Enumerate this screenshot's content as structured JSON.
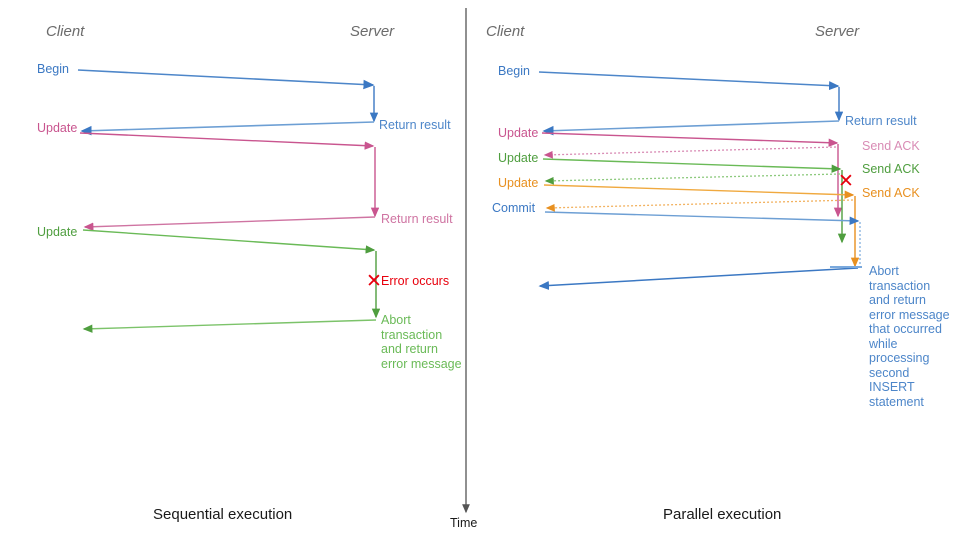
{
  "figure": {
    "title_left": "Sequential execution",
    "title_right": "Parallel execution",
    "time_axis_label": "Time"
  },
  "colors": {
    "blue": "#3b78c3",
    "blue_light": "#7aa9dd",
    "pink": "#c9558f",
    "pink_light": "#d98cb5",
    "green": "#4f9e3f",
    "green_light": "#8cc97c",
    "orange": "#e89020",
    "orange_light": "#f2b260",
    "red": "#e8000d",
    "gray": "#6b6b6b",
    "axis": "#555555"
  },
  "left_panel": {
    "name": "Sequential execution",
    "actors": {
      "client": "Client",
      "server": "Server"
    },
    "messages": [
      {
        "id": "l-begin",
        "label": "Begin",
        "color": "blue",
        "side": "client"
      },
      {
        "id": "l-return-1",
        "label": "Return result",
        "color": "blue",
        "side": "server"
      },
      {
        "id": "l-update-1",
        "label": "Update",
        "color": "pink",
        "side": "client"
      },
      {
        "id": "l-return-2",
        "label": "Return result",
        "color": "pink",
        "side": "server"
      },
      {
        "id": "l-update-2",
        "label": "Update",
        "color": "green",
        "side": "client"
      },
      {
        "id": "l-error",
        "label": "Error occurs",
        "color": "red",
        "side": "server"
      },
      {
        "id": "l-abort",
        "label": "Abort\ntransaction\nand return\nerror message",
        "color": "green",
        "side": "server"
      }
    ]
  },
  "right_panel": {
    "name": "Parallel execution",
    "actors": {
      "client": "Client",
      "server": "Server"
    },
    "messages": [
      {
        "id": "r-begin",
        "label": "Begin",
        "color": "blue",
        "side": "client"
      },
      {
        "id": "r-return",
        "label": "Return result",
        "color": "blue",
        "side": "server"
      },
      {
        "id": "r-update-1",
        "label": "Update",
        "color": "pink",
        "side": "client"
      },
      {
        "id": "r-ack-1",
        "label": "Send ACK",
        "color": "pink",
        "side": "server"
      },
      {
        "id": "r-update-2",
        "label": "Update",
        "color": "green",
        "side": "client"
      },
      {
        "id": "r-ack-2",
        "label": "Send ACK",
        "color": "green",
        "side": "server"
      },
      {
        "id": "r-update-3",
        "label": "Update",
        "color": "orange",
        "side": "client"
      },
      {
        "id": "r-ack-3",
        "label": "Send ACK",
        "color": "orange",
        "side": "server"
      },
      {
        "id": "r-commit",
        "label": "Commit",
        "color": "blue",
        "side": "client"
      },
      {
        "id": "r-error",
        "label": "",
        "color": "red",
        "side": "server"
      },
      {
        "id": "r-abort",
        "label": "Abort\ntransaction\nand return\nerror message\nthat occurred\nwhile\nprocessing\nsecond\nINSERT\nstatement",
        "color": "blue",
        "side": "server"
      }
    ]
  },
  "icons": {
    "error_mark": "✕"
  }
}
